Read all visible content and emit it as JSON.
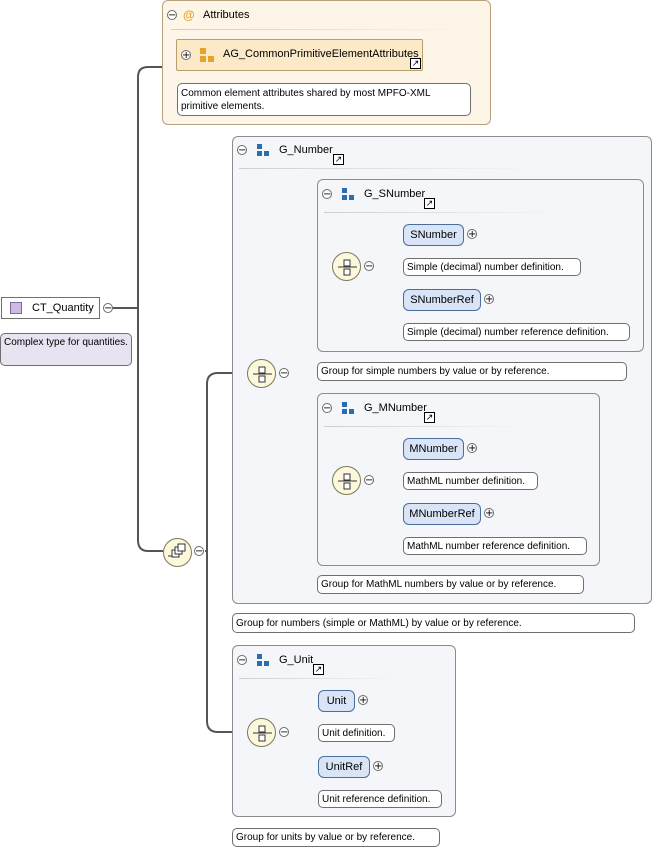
{
  "complex_type": {
    "name": "CT_Quantity",
    "note": "Complex type for quantities."
  },
  "attributes": {
    "title": "Attributes",
    "group_ref": "AG_CommonPrimitiveElementAttributes",
    "note": "Common element attributes shared by most MPFO-XML primitive elements."
  },
  "g_number": {
    "title": "G_Number",
    "note": "Group for numbers (simple or MathML) by value or by reference.",
    "g_snumber": {
      "title": "G_SNumber",
      "note": "Group for simple numbers by value or by reference.",
      "elements": [
        {
          "name": "SNumber",
          "note": "Simple (decimal) number definition."
        },
        {
          "name": "SNumberRef",
          "note": "Simple (decimal) number reference definition."
        }
      ]
    },
    "g_mnumber": {
      "title": "G_MNumber",
      "note": "Group for MathML numbers by value or by reference.",
      "elements": [
        {
          "name": "MNumber",
          "note": "MathML number definition."
        },
        {
          "name": "MNumberRef",
          "note": "MathML number reference definition."
        }
      ]
    }
  },
  "g_unit": {
    "title": "G_Unit",
    "note": "Group for units by value or by reference.",
    "elements": [
      {
        "name": "Unit",
        "note": "Unit definition."
      },
      {
        "name": "UnitRef",
        "note": "Unit reference definition."
      }
    ]
  },
  "colors": {
    "element_fill": "#d9e5f6",
    "group_fill": "#f5f6fa",
    "attribute_fill": "#fdf6e8",
    "complex_note_fill": "#e9e3f1",
    "compositor_fill": "#fbf8dc"
  }
}
